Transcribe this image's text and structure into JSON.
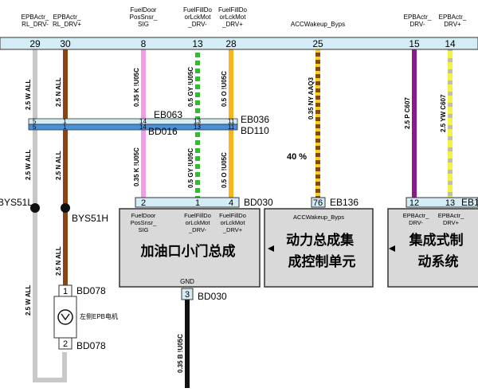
{
  "top_signals": [
    {
      "id": "s29",
      "lines": [
        "EPBActr_",
        "RL_DRV-"
      ]
    },
    {
      "id": "s30",
      "lines": [
        "EPBActr_",
        "RL_DRV+"
      ]
    },
    {
      "id": "s8",
      "lines": [
        "FuelDoor",
        "PosSnsr_",
        "SIG"
      ]
    },
    {
      "id": "s13",
      "lines": [
        "FuelFillDo",
        "orLckMot",
        "_DRV-"
      ]
    },
    {
      "id": "s28",
      "lines": [
        "FuelFillDo",
        "orLckMot",
        "_DRV+"
      ]
    },
    {
      "id": "s25",
      "lines": [
        "ACCWakeup_Byps"
      ]
    },
    {
      "id": "s15",
      "lines": [
        "EPBActr_",
        "DRV-"
      ]
    },
    {
      "id": "s14",
      "lines": [
        "EPBActr_",
        "DRV+"
      ]
    }
  ],
  "top_pins": [
    "29",
    "30",
    "8",
    "13",
    "28",
    "25",
    "15",
    "14"
  ],
  "wire_labels": [
    {
      "id": "w1",
      "text": "2.5 W ALL"
    },
    {
      "id": "w2",
      "text": "2.5 N ALL"
    },
    {
      "id": "w3",
      "text": "0.35 K !U05C"
    },
    {
      "id": "w4",
      "text": "0.5 GY !U05C"
    },
    {
      "id": "w5",
      "text": "0.5 O !U05C"
    },
    {
      "id": "w6",
      "text": "0.35 NY AAQ3"
    },
    {
      "id": "w7",
      "text": "2.5 P C607"
    },
    {
      "id": "w8",
      "text": "2.5 YW C607"
    },
    {
      "id": "w9",
      "text": "2.5 W ALL"
    },
    {
      "id": "w10",
      "text": "2.5 N ALL"
    },
    {
      "id": "w11",
      "text": "0.35 K !U05C"
    },
    {
      "id": "w12",
      "text": "0.5 GY !U05C"
    },
    {
      "id": "w13",
      "text": "0.5 O !U05C"
    },
    {
      "id": "w14",
      "text": "2.5 N ALL"
    },
    {
      "id": "w15",
      "text": "2.5 W ALL"
    },
    {
      "id": "w16",
      "text": "0.35 B !U05C"
    }
  ],
  "inline_connectors": {
    "top_row_pins": [
      "5",
      "1",
      "14",
      "13",
      "11"
    ],
    "bottom_row_pins": [
      "5",
      "1",
      "14",
      "13",
      "11"
    ],
    "top_names": [
      "EB063",
      "EB036"
    ],
    "bottom_names": [
      "BD016",
      "BD110"
    ]
  },
  "percent_label": "40 %",
  "splices": [
    "BYS51L",
    "BYS51H"
  ],
  "modules": {
    "fuel_door": {
      "title": "加油口小门总成",
      "pins": [
        "2",
        "1",
        "4"
      ],
      "connector": "BD030",
      "signals": [
        [
          "FuelDoor",
          "PosSnsr_",
          "SIG"
        ],
        [
          "FuelFillDo",
          "orLckMot",
          "_DRV-"
        ],
        [
          "FuelFillDo",
          "orLckMot",
          "_DRV+"
        ]
      ],
      "gnd_label": "GND",
      "gnd_pin": "3",
      "gnd_connector": "BD030"
    },
    "powertrain": {
      "title_lines": [
        "动力总成集",
        "成控制单元"
      ],
      "pin": "76",
      "connector": "EB136",
      "signal": "ACCWakeup_Byps"
    },
    "epb": {
      "title_lines": [
        "集成式制",
        "动系统"
      ],
      "pins": [
        "12",
        "13"
      ],
      "connector": "EB1",
      "signals": [
        [
          "EPBActr_",
          "DRV-"
        ],
        [
          "EPBActr_",
          "DRV+"
        ]
      ]
    }
  },
  "motor": {
    "pin_top": "1",
    "pin_bottom": "2",
    "connector_top": "BD078",
    "connector_bottom": "BD078",
    "label": "左侧EPB电机"
  },
  "colors": {
    "white_wire": "#c8c8c8",
    "brown_wire": "#8b4513",
    "pink_wire": "#f29be8",
    "green_wire": "#2ebd2e",
    "orange_wire": "#f8b518",
    "purple_wire": "#8c1a8c",
    "yellow_wire": "#f5f04a",
    "connector_fill": "#d4ecf5",
    "module_fill": "#d9d9d9"
  }
}
